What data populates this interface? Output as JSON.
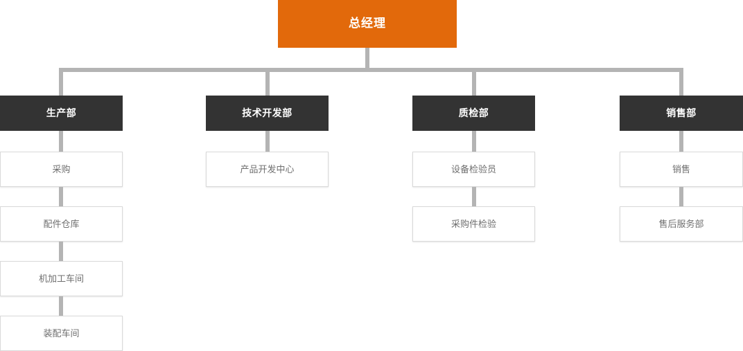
{
  "chart": {
    "title_node": {
      "label": "总经理",
      "color": "#e2690b",
      "text_color": "#ffffff"
    },
    "connector_color": "#b4b4b4",
    "dept_color": "#333333",
    "leaf_border_color": "#d9d9d9",
    "leaf_text_color": "#6f6f6f",
    "columns": [
      {
        "dept": "生产部",
        "children": [
          "采购",
          "配件仓库",
          "机加工车间",
          "装配车间"
        ]
      },
      {
        "dept": "技术开发部",
        "children": [
          "产品开发中心"
        ]
      },
      {
        "dept": "质检部",
        "children": [
          "设备检验员",
          "采购件检验"
        ]
      },
      {
        "dept": "销售部",
        "children": [
          "销售",
          "售后服务部"
        ]
      }
    ]
  }
}
